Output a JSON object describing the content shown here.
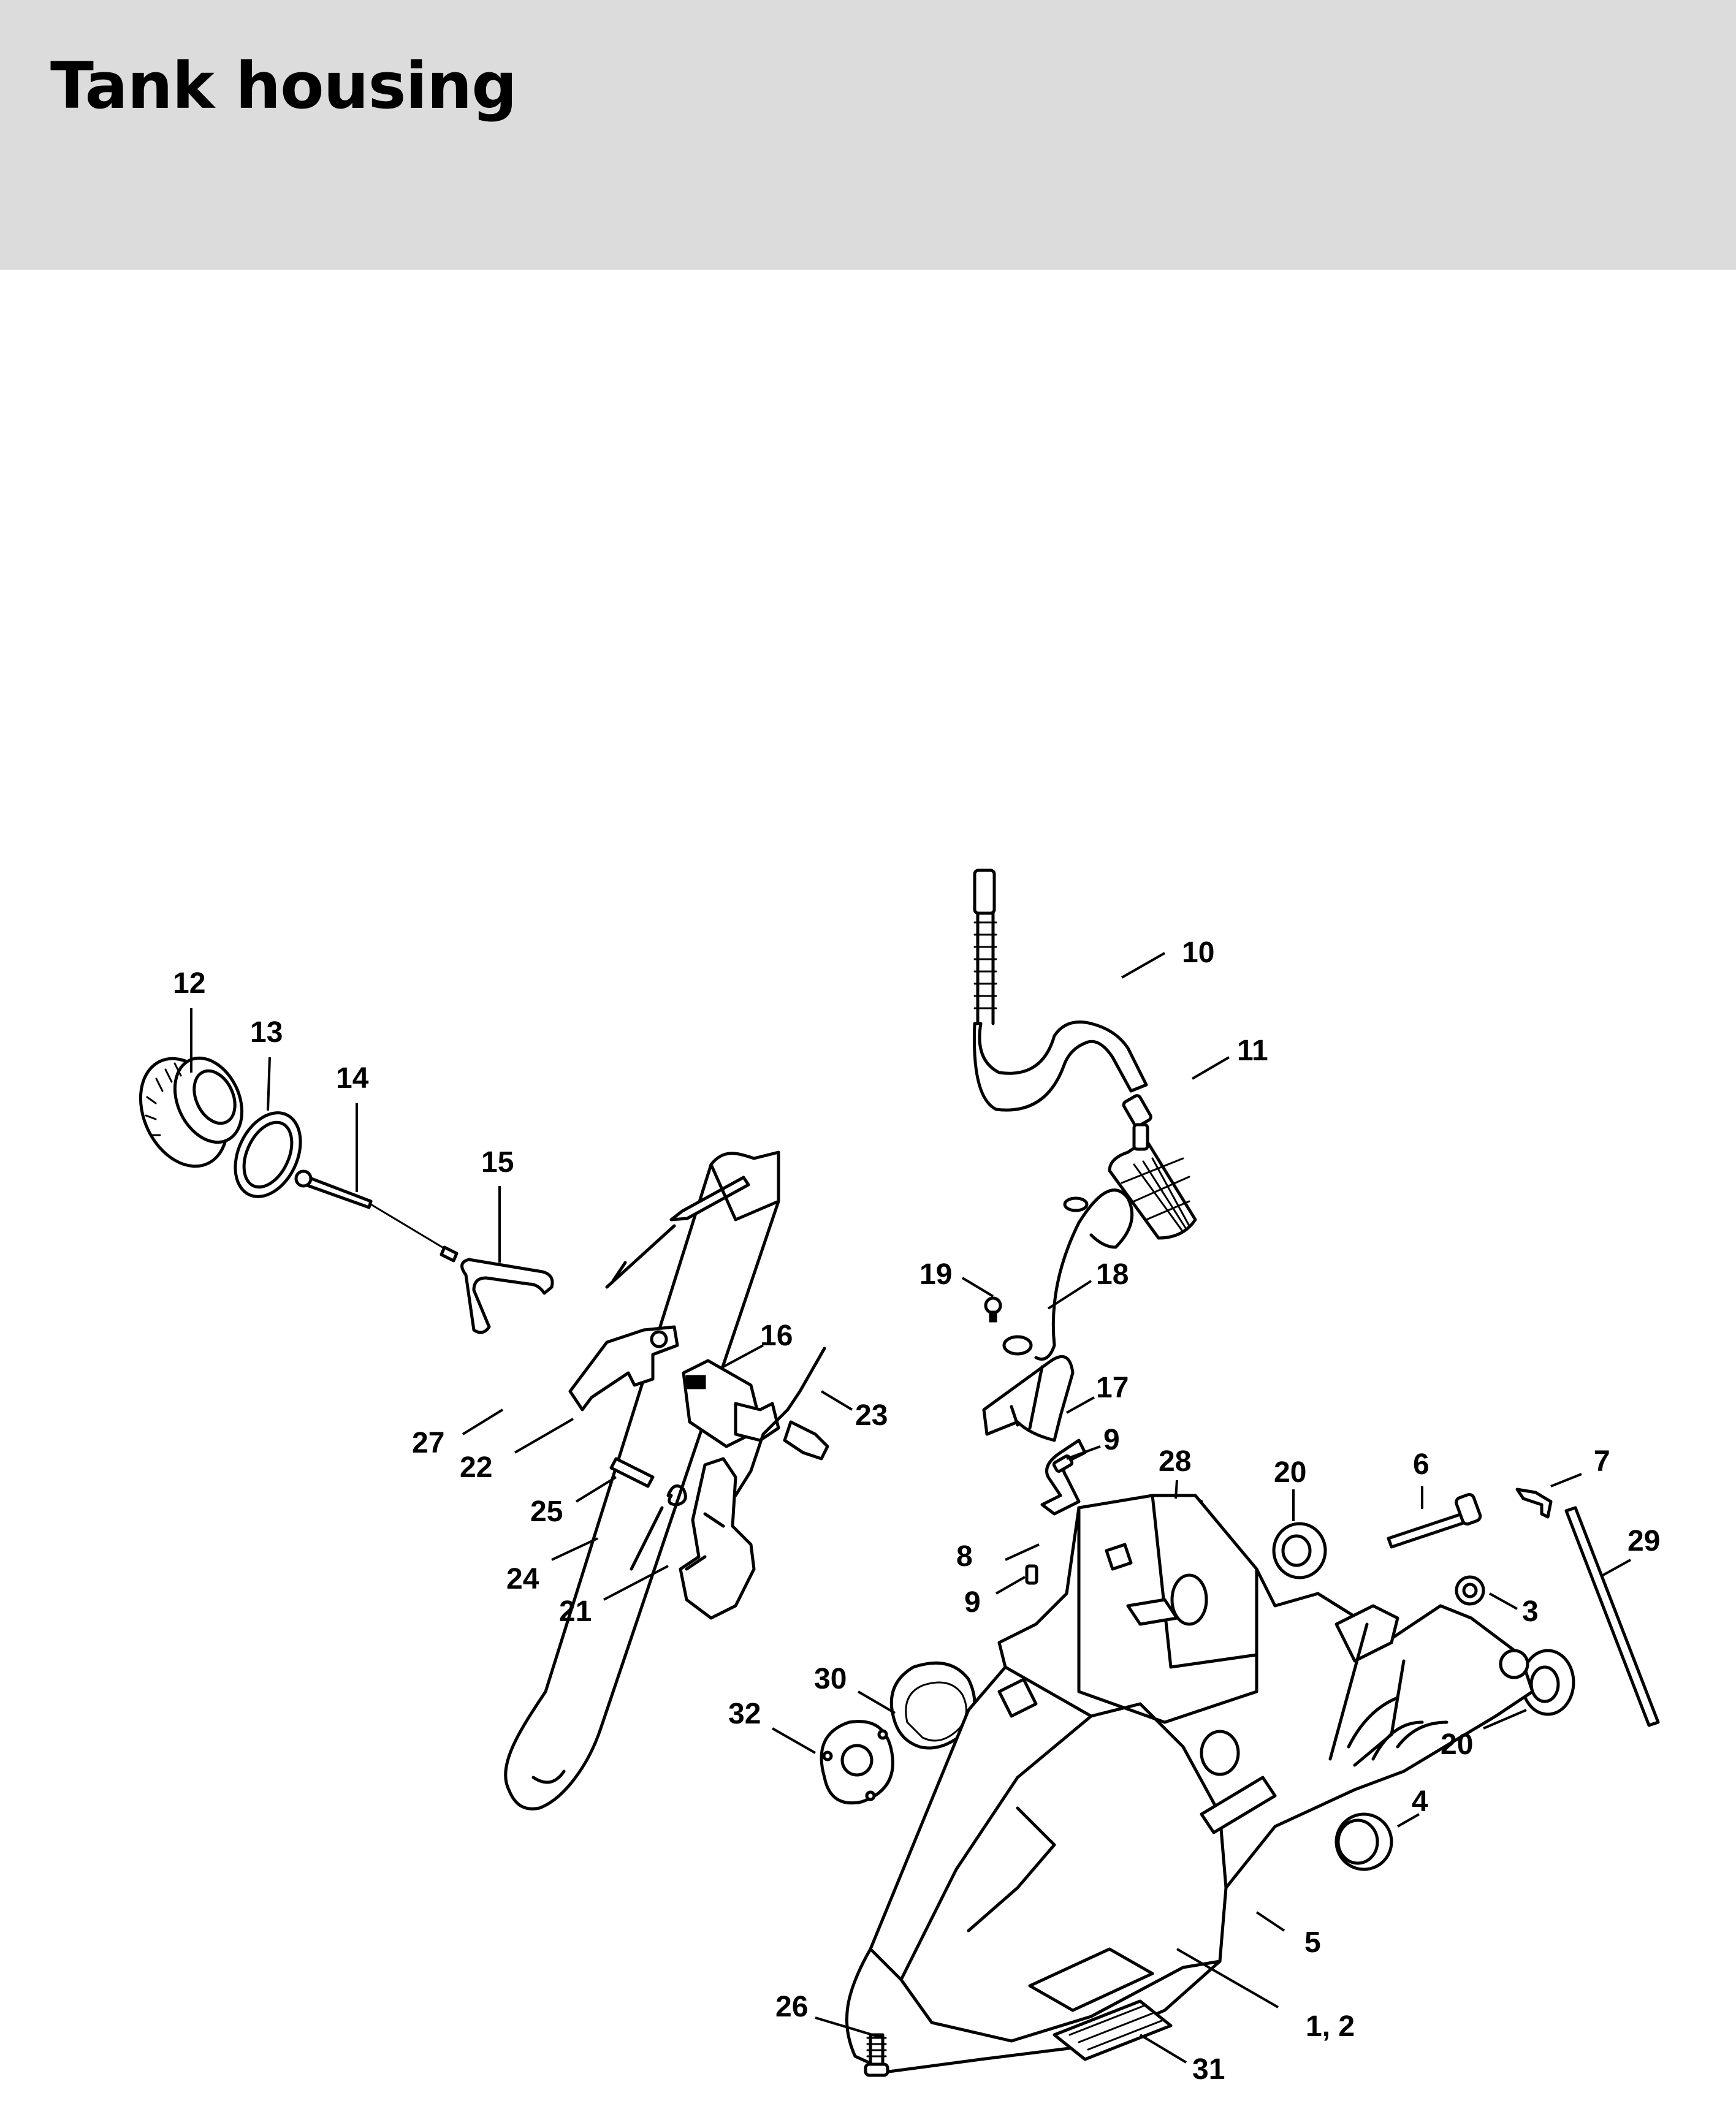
{
  "header": {
    "title": "Tank housing"
  },
  "callouts": {
    "c1_2": "1, 2",
    "c3": "3",
    "c4": "4",
    "c5": "5",
    "c6": "6",
    "c7": "7",
    "c8": "8",
    "c9a": "9",
    "c9b": "9",
    "c10": "10",
    "c11": "11",
    "c12": "12",
    "c13": "13",
    "c14": "14",
    "c15": "15",
    "c16": "16",
    "c17": "17",
    "c18": "18",
    "c19": "19",
    "c20a": "20",
    "c20b": "20",
    "c21": "21",
    "c22": "22",
    "c23": "23",
    "c24": "24",
    "c25": "25",
    "c26": "26",
    "c27": "27",
    "c28": "28",
    "c29": "29",
    "c30": "30",
    "c31": "31",
    "c32": "32"
  }
}
